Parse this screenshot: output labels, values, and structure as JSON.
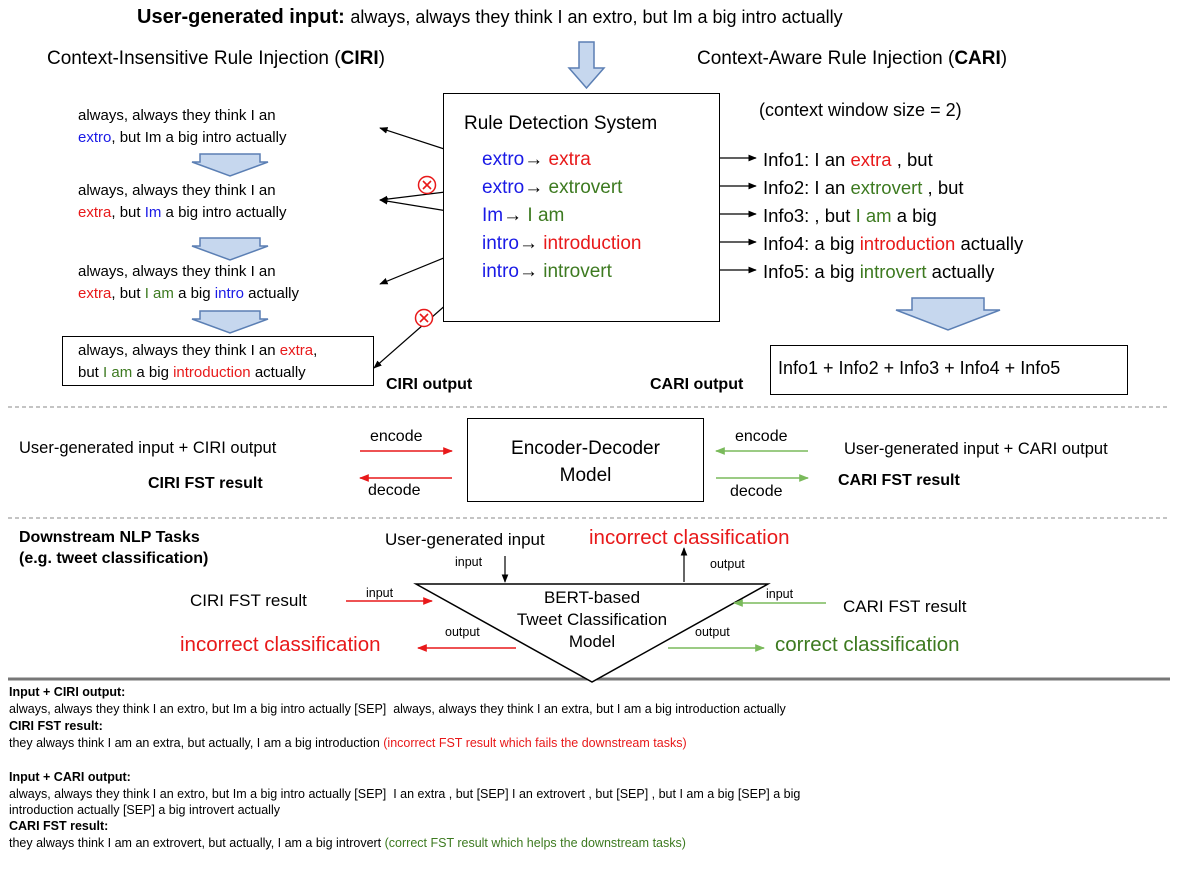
{
  "header": {
    "title_bold": "User-generated input:",
    "title_text": "always, always they think I an extro, but Im a big intro actually"
  },
  "ciri": {
    "heading_pre": "Context-Insensitive Rule Injection (",
    "heading_abbr": "CIRI",
    "heading_post": ")",
    "step1": {
      "l1": "always, always they think I an",
      "w1": "extro",
      "r1": ", but Im a big intro actually"
    },
    "step2": {
      "l1": "always, always they think I an",
      "w1": "extra",
      "m1": ", but ",
      "w2": "Im",
      "r1": " a big intro actually"
    },
    "step3": {
      "l1": "always, always they think I an",
      "w1": "extra",
      "m1": ", but ",
      "w2": "I am",
      "m2": " a big ",
      "w3": "intro",
      "r1": " actually"
    },
    "output_box": {
      "l1": "always, always they think I an ",
      "w1": "extra",
      "c1": ",",
      "p2": "but ",
      "w2": "I am",
      "m2": " a big ",
      "w3": "introduction",
      "r2": " actually"
    },
    "output_label": "CIRI output"
  },
  "rules": {
    "title": "Rule Detection System",
    "items": [
      {
        "src": "extro",
        "arrow": "→ ",
        "dst": "extra",
        "dst_color": "red"
      },
      {
        "src": "extro",
        "arrow": "→ ",
        "dst": "extrovert",
        "dst_color": "green"
      },
      {
        "src": "Im",
        "arrow": "→ ",
        "dst": "I am",
        "dst_color": "green"
      },
      {
        "src": "intro",
        "arrow": "→ ",
        "dst": "introduction",
        "dst_color": "red"
      },
      {
        "src": "intro",
        "arrow": "→ ",
        "dst": "introvert",
        "dst_color": "green"
      }
    ]
  },
  "cari": {
    "heading_pre": "Context-Aware Rule Injection (",
    "heading_abbr": "CARI",
    "heading_post": ")",
    "window_note": "(context window size = 2)",
    "infos": [
      {
        "pre": "Info1: I an ",
        "hl": "extra",
        "post": " , but",
        "color": "red"
      },
      {
        "pre": "Info2: I an ",
        "hl": "extrovert",
        "post": " , but",
        "color": "green"
      },
      {
        "pre": "Info3: , but ",
        "hl": "I am",
        "post": " a big",
        "color": "green"
      },
      {
        "pre": "Info4: a big ",
        "hl": "introduction",
        "post": " actually",
        "color": "red"
      },
      {
        "pre": "Info5: a big ",
        "hl": "introvert",
        "post": " actually",
        "color": "green"
      }
    ],
    "output_box": "Info1 + Info2 + Info3 + Info4 + Info5",
    "output_label": "CARI output"
  },
  "encdec": {
    "left_input": "User-generated input + CIRI output",
    "left_result": "CIRI FST result",
    "right_input": "User-generated input + CARI output",
    "right_result": "CARI FST result",
    "encode": "encode",
    "decode": "decode",
    "model_l1": "Encoder-Decoder",
    "model_l2": "Model"
  },
  "downstream": {
    "title_l1": "Downstream NLP Tasks",
    "title_l2": "(e.g. tweet classification)",
    "user_input": "User-generated input",
    "top_result": "incorrect classification",
    "input": "input",
    "output": "output",
    "ciri_result": "CIRI FST result",
    "cari_result": "CARI FST result",
    "model_l1": "BERT-based",
    "model_l2": "Tweet Classification",
    "model_l3": "Model",
    "left_class": "incorrect classification",
    "right_class": "correct classification"
  },
  "examples": {
    "ciri_in_label": "Input + CIRI output:",
    "ciri_in_text": "always, always they think I an extro, but Im a big intro actually [SEP]  always, always they think I an extra, but I am a big introduction actually",
    "ciri_res_label": "CIRI FST result:",
    "ciri_res_text": "they always think I am an extra, but actually, I am a big introduction ",
    "ciri_res_note": "(incorrect FST result which fails the downstream tasks)",
    "cari_in_label": "Input + CARI output:",
    "cari_in_text1": "always, always they think I an extro, but Im a big intro actually [SEP]  I an extra , but [SEP] I an extrovert , but [SEP] , but I am a big [SEP] a big",
    "cari_in_text2": "introduction actually [SEP] a big introvert actually",
    "cari_res_label": "CARI FST result:",
    "cari_res_text": "they always think I am an extrovert, but actually, I am a big introvert ",
    "cari_res_note": "(correct FST result which helps the downstream tasks)"
  },
  "colors": {
    "blue": "#1a1ae6",
    "red": "#e8191a",
    "green": "#3d7a20",
    "arrow_fill": "#c6d7ee",
    "arrow_stroke": "#5b7fb4"
  }
}
